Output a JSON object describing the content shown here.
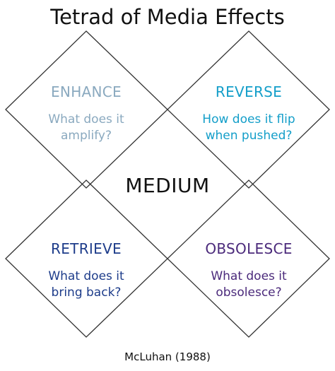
{
  "title": "Tetrad of Media Effects",
  "center_label": "MEDIUM",
  "quadrants": [
    {
      "key": "enhance",
      "heading": "ENHANCE",
      "question": "What does it amplify?",
      "color": "#8aa9bf"
    },
    {
      "key": "reverse",
      "heading": "REVERSE",
      "question": "How does it flip when pushed?",
      "color": "#139ec9"
    },
    {
      "key": "retrieve",
      "heading": "RETRIEVE",
      "question": "What does it bring back?",
      "color": "#1d3c8a"
    },
    {
      "key": "obsolesce",
      "heading": "OBSOLESCE",
      "question": "What does it obsolesce?",
      "color": "#4b2a7b"
    }
  ],
  "citation": "McLuhan (1988)",
  "line_color": "#333333"
}
